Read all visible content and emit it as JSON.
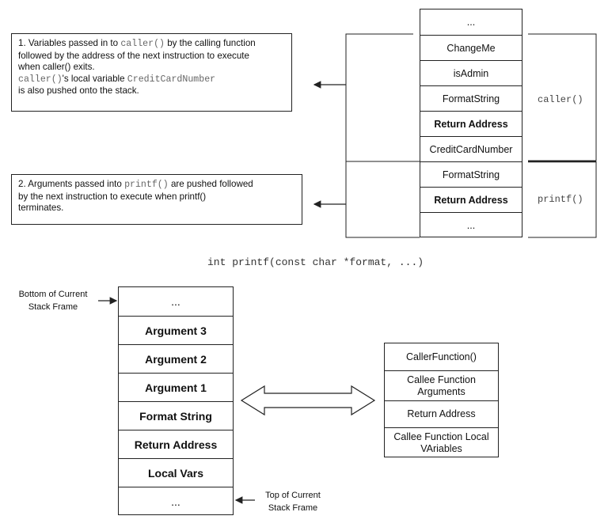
{
  "top_stack": {
    "cells": [
      {
        "text": "...",
        "bold": false
      },
      {
        "text": "ChangeMe",
        "bold": false
      },
      {
        "text": "isAdmin",
        "bold": false
      },
      {
        "text": "FormatString",
        "bold": false
      },
      {
        "text": "Return Address",
        "bold": true
      },
      {
        "text": "CreditCardNumber",
        "bold": false
      },
      {
        "text": "FormatString",
        "bold": false
      },
      {
        "text": "Return Address",
        "bold": true
      },
      {
        "text": "...",
        "bold": false
      }
    ],
    "caller_label": "caller()",
    "printf_label": "printf()"
  },
  "note1": {
    "line1_a": "1. Variables passed in to ",
    "line1_code": "caller()",
    "line1_b": " by the calling function",
    "line2": "followed by the address of the next instruction to execute",
    "line3": "when caller() exits.",
    "line4_code": "caller()",
    "line4_a": "'s local variable ",
    "line4_code2": "CreditCardNumber",
    "line5": "is also pushed onto the stack."
  },
  "note2": {
    "line1_a": "2. Arguments passed into ",
    "line1_code": "printf()",
    "line1_b": " are pushed followed",
    "line2": "by the next instruction to execute when printf()",
    "line3": "terminates."
  },
  "signature": "int printf(const char *format, ...)",
  "bottom_stack": {
    "cells": [
      "...",
      "Argument 3",
      "Argument 2",
      "Argument 1",
      "Format String",
      "Return Address",
      "Local Vars",
      "..."
    ],
    "bold": [
      false,
      true,
      true,
      true,
      true,
      true,
      true,
      false
    ],
    "bottom_label_1": "Bottom of Current",
    "bottom_label_2": "Stack Frame",
    "top_label_1": "Top of Current",
    "top_label_2": "Stack Frame"
  },
  "legend_stack": {
    "cells": [
      "CallerFunction()",
      "Callee Function Arguments",
      "Return Address",
      "Callee Function Local VAriables"
    ]
  }
}
